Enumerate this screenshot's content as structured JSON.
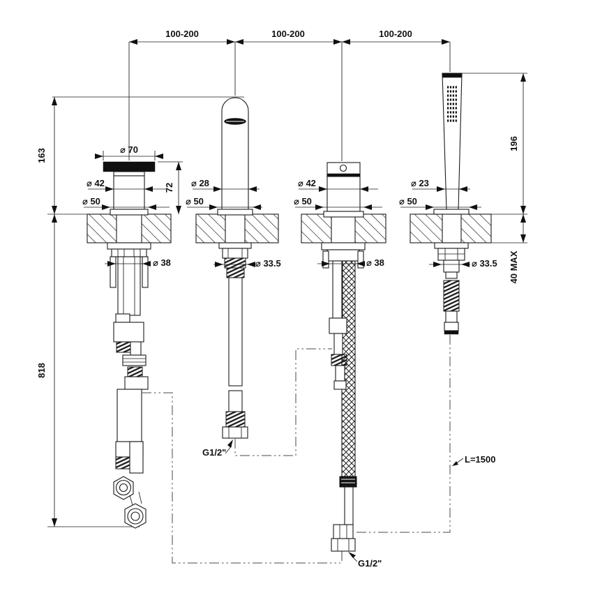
{
  "colors": {
    "line": "#1a1a1a",
    "background": "#ffffff",
    "hatch": "#666666",
    "routing_dash": "#4a4a4a"
  },
  "dims": {
    "spacings": [
      "100-200",
      "100-200",
      "100-200"
    ],
    "height_above_deck": "163",
    "depth_below_deck": "818",
    "handle_height": "72",
    "handshower_height": "196",
    "deck_thickness_max": "40 MAX"
  },
  "fixtures": {
    "handle": {
      "cap_diameter": "⌀ 70",
      "body_diameter": "⌀ 42",
      "base_diameter": "⌀ 50",
      "hole_diameter": "⌀ 38"
    },
    "spout": {
      "body_diameter": "⌀ 28",
      "base_diameter": "⌀ 50",
      "nut_diameter": "⌀ 33.5",
      "connection_thread": "G1/2\""
    },
    "diverter": {
      "body_diameter": "⌀ 42",
      "base_diameter": "⌀ 50",
      "hole_diameter": "⌀ 38",
      "connection_thread": "G1/2\""
    },
    "handshower": {
      "wand_diameter": "⌀ 23",
      "base_diameter": "⌀ 50",
      "nut_diameter": "⌀ 33.5",
      "hose_length": "L=1500"
    }
  }
}
